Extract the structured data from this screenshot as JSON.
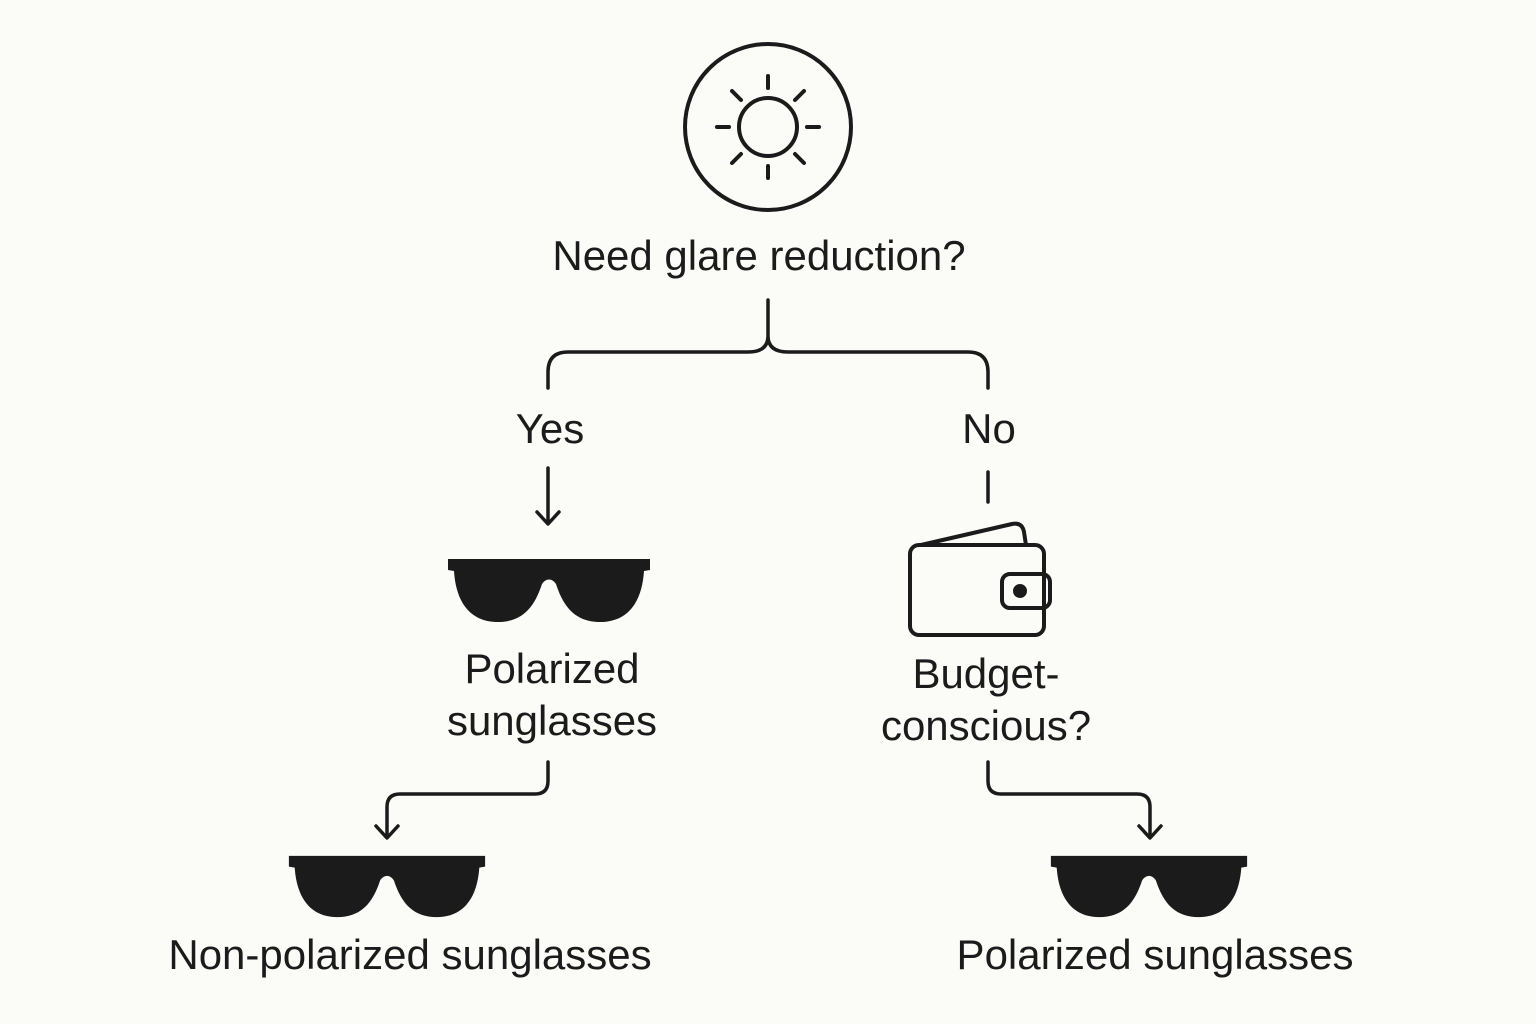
{
  "palette": {
    "background": "#fbfbf8",
    "ink": "#1b1b1b"
  },
  "icons": {
    "sun": "sun-icon",
    "wallet": "wallet-icon",
    "sunglasses": "sunglasses-icon"
  },
  "root": {
    "question": "Need glare reduction?"
  },
  "branches": {
    "yes_label": "Yes",
    "no_label": "No"
  },
  "yes_result": {
    "line1": "Polarized",
    "line2": "sunglasses"
  },
  "no_question": {
    "line1": "Budget-",
    "line2": "conscious?"
  },
  "leaves": {
    "left": "Non-polarized sunglasses",
    "right": "Polarized sunglasses"
  }
}
